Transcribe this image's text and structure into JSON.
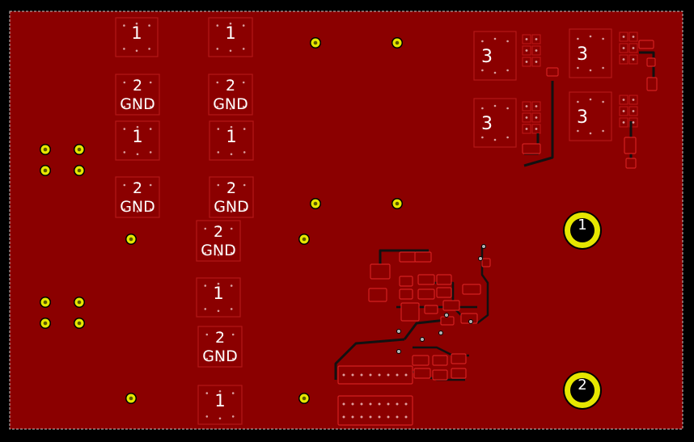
{
  "board": {
    "colors": {
      "background": "#000000",
      "copper": "#8b0000",
      "copper_edge": "#b31818",
      "outline": "#ffffff",
      "via_ring": "#e6e600",
      "via_hole": "#5a5a00",
      "pad_text": "#ffffff",
      "trace": "#111111"
    },
    "pads": [
      {
        "label": "1",
        "sub": ""
      },
      {
        "label": "1",
        "sub": ""
      },
      {
        "label": "2",
        "sub": "GND"
      },
      {
        "label": "2",
        "sub": "GND"
      },
      {
        "label": "1",
        "sub": ""
      },
      {
        "label": "1",
        "sub": ""
      },
      {
        "label": "2",
        "sub": "GND"
      },
      {
        "label": "2",
        "sub": "GND"
      },
      {
        "label": "2",
        "sub": "GND"
      },
      {
        "label": "1",
        "sub": ""
      },
      {
        "label": "2",
        "sub": "GND"
      },
      {
        "label": "1",
        "sub": ""
      },
      {
        "label": "3",
        "sub": ""
      },
      {
        "label": "3",
        "sub": ""
      },
      {
        "label": "3",
        "sub": ""
      },
      {
        "label": "3",
        "sub": ""
      }
    ],
    "mounting_holes": [
      {
        "label": "1"
      },
      {
        "label": "2"
      }
    ]
  }
}
